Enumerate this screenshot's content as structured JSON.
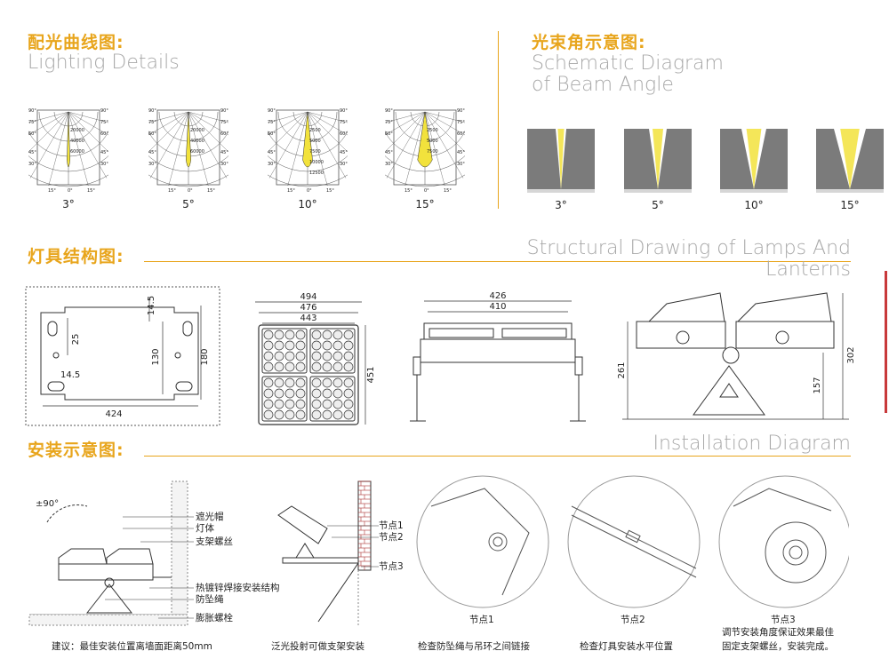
{
  "sections": {
    "lighting": {
      "title_cn": "配光曲线图:",
      "title_en": "Lighting Details"
    },
    "beam": {
      "title_cn": "光束角示意图:",
      "title_en_line1": "Schematic Diagram",
      "title_en_line2": "of Beam Angle"
    },
    "structure": {
      "title_cn": "灯具结构图:",
      "title_en": "Structural Drawing of Lamps And Lanterns"
    },
    "install": {
      "title_cn": "安装示意图:",
      "title_en": "Installation Diagram"
    }
  },
  "polar_charts": [
    {
      "angle_label": "3°",
      "labels": [
        "20000",
        "40000",
        "60000"
      ]
    },
    {
      "angle_label": "5°",
      "labels": [
        "20000",
        "40000",
        "60000"
      ]
    },
    {
      "angle_label": "10°",
      "labels": [
        "2500",
        "5000",
        "7500",
        "10000",
        "12500"
      ]
    },
    {
      "angle_label": "15°",
      "labels": [
        "2500",
        "5000",
        "7500"
      ]
    }
  ],
  "polar_axis": {
    "left": [
      "90°",
      "75°",
      "60°",
      "45°",
      "30°"
    ],
    "right": [
      "90°",
      "75°",
      "60°",
      "45°",
      "30°"
    ],
    "bottom": [
      "15°",
      "0°",
      "15°"
    ]
  },
  "beam_angles": [
    "3°",
    "5°",
    "10°",
    "15°"
  ],
  "dims": {
    "bracket": {
      "d1": "14.5",
      "d2": "25",
      "d3": "130",
      "d4": "180",
      "d5": "14.5",
      "d6": "424"
    },
    "front": {
      "w1": "494",
      "w2": "476",
      "w3": "443",
      "h1": "451"
    },
    "top": {
      "w1": "426",
      "w2": "410"
    },
    "side": {
      "h1": "261",
      "h2": "157",
      "h3": "302"
    }
  },
  "install_labels": {
    "rotate": "±90°",
    "items": [
      "遮光帽",
      "灯体",
      "支架螺丝",
      "热镀锌焊接安装结构",
      "防坠绳",
      "膨胀螺栓"
    ],
    "nodes": [
      "节点1",
      "节点2",
      "节点3"
    ],
    "caption1": "建议：最佳安装位置离墙面距离50mm",
    "caption2": "泛光投射可做支架安装"
  },
  "details": [
    {
      "node": "节点1",
      "caption": "检查防坠绳与吊环之间链接"
    },
    {
      "node": "节点2",
      "caption": "检查灯具安装水平位置"
    },
    {
      "node": "节点3",
      "caption_line1": "调节安装角度保证效果最佳",
      "caption_line2": "固定支架螺丝，安装完成。"
    }
  ],
  "colors": {
    "accent": "#e8a51c",
    "gray": "#7b7b7b",
    "beam": "#f2e23c",
    "redmark": "#c8393b"
  }
}
